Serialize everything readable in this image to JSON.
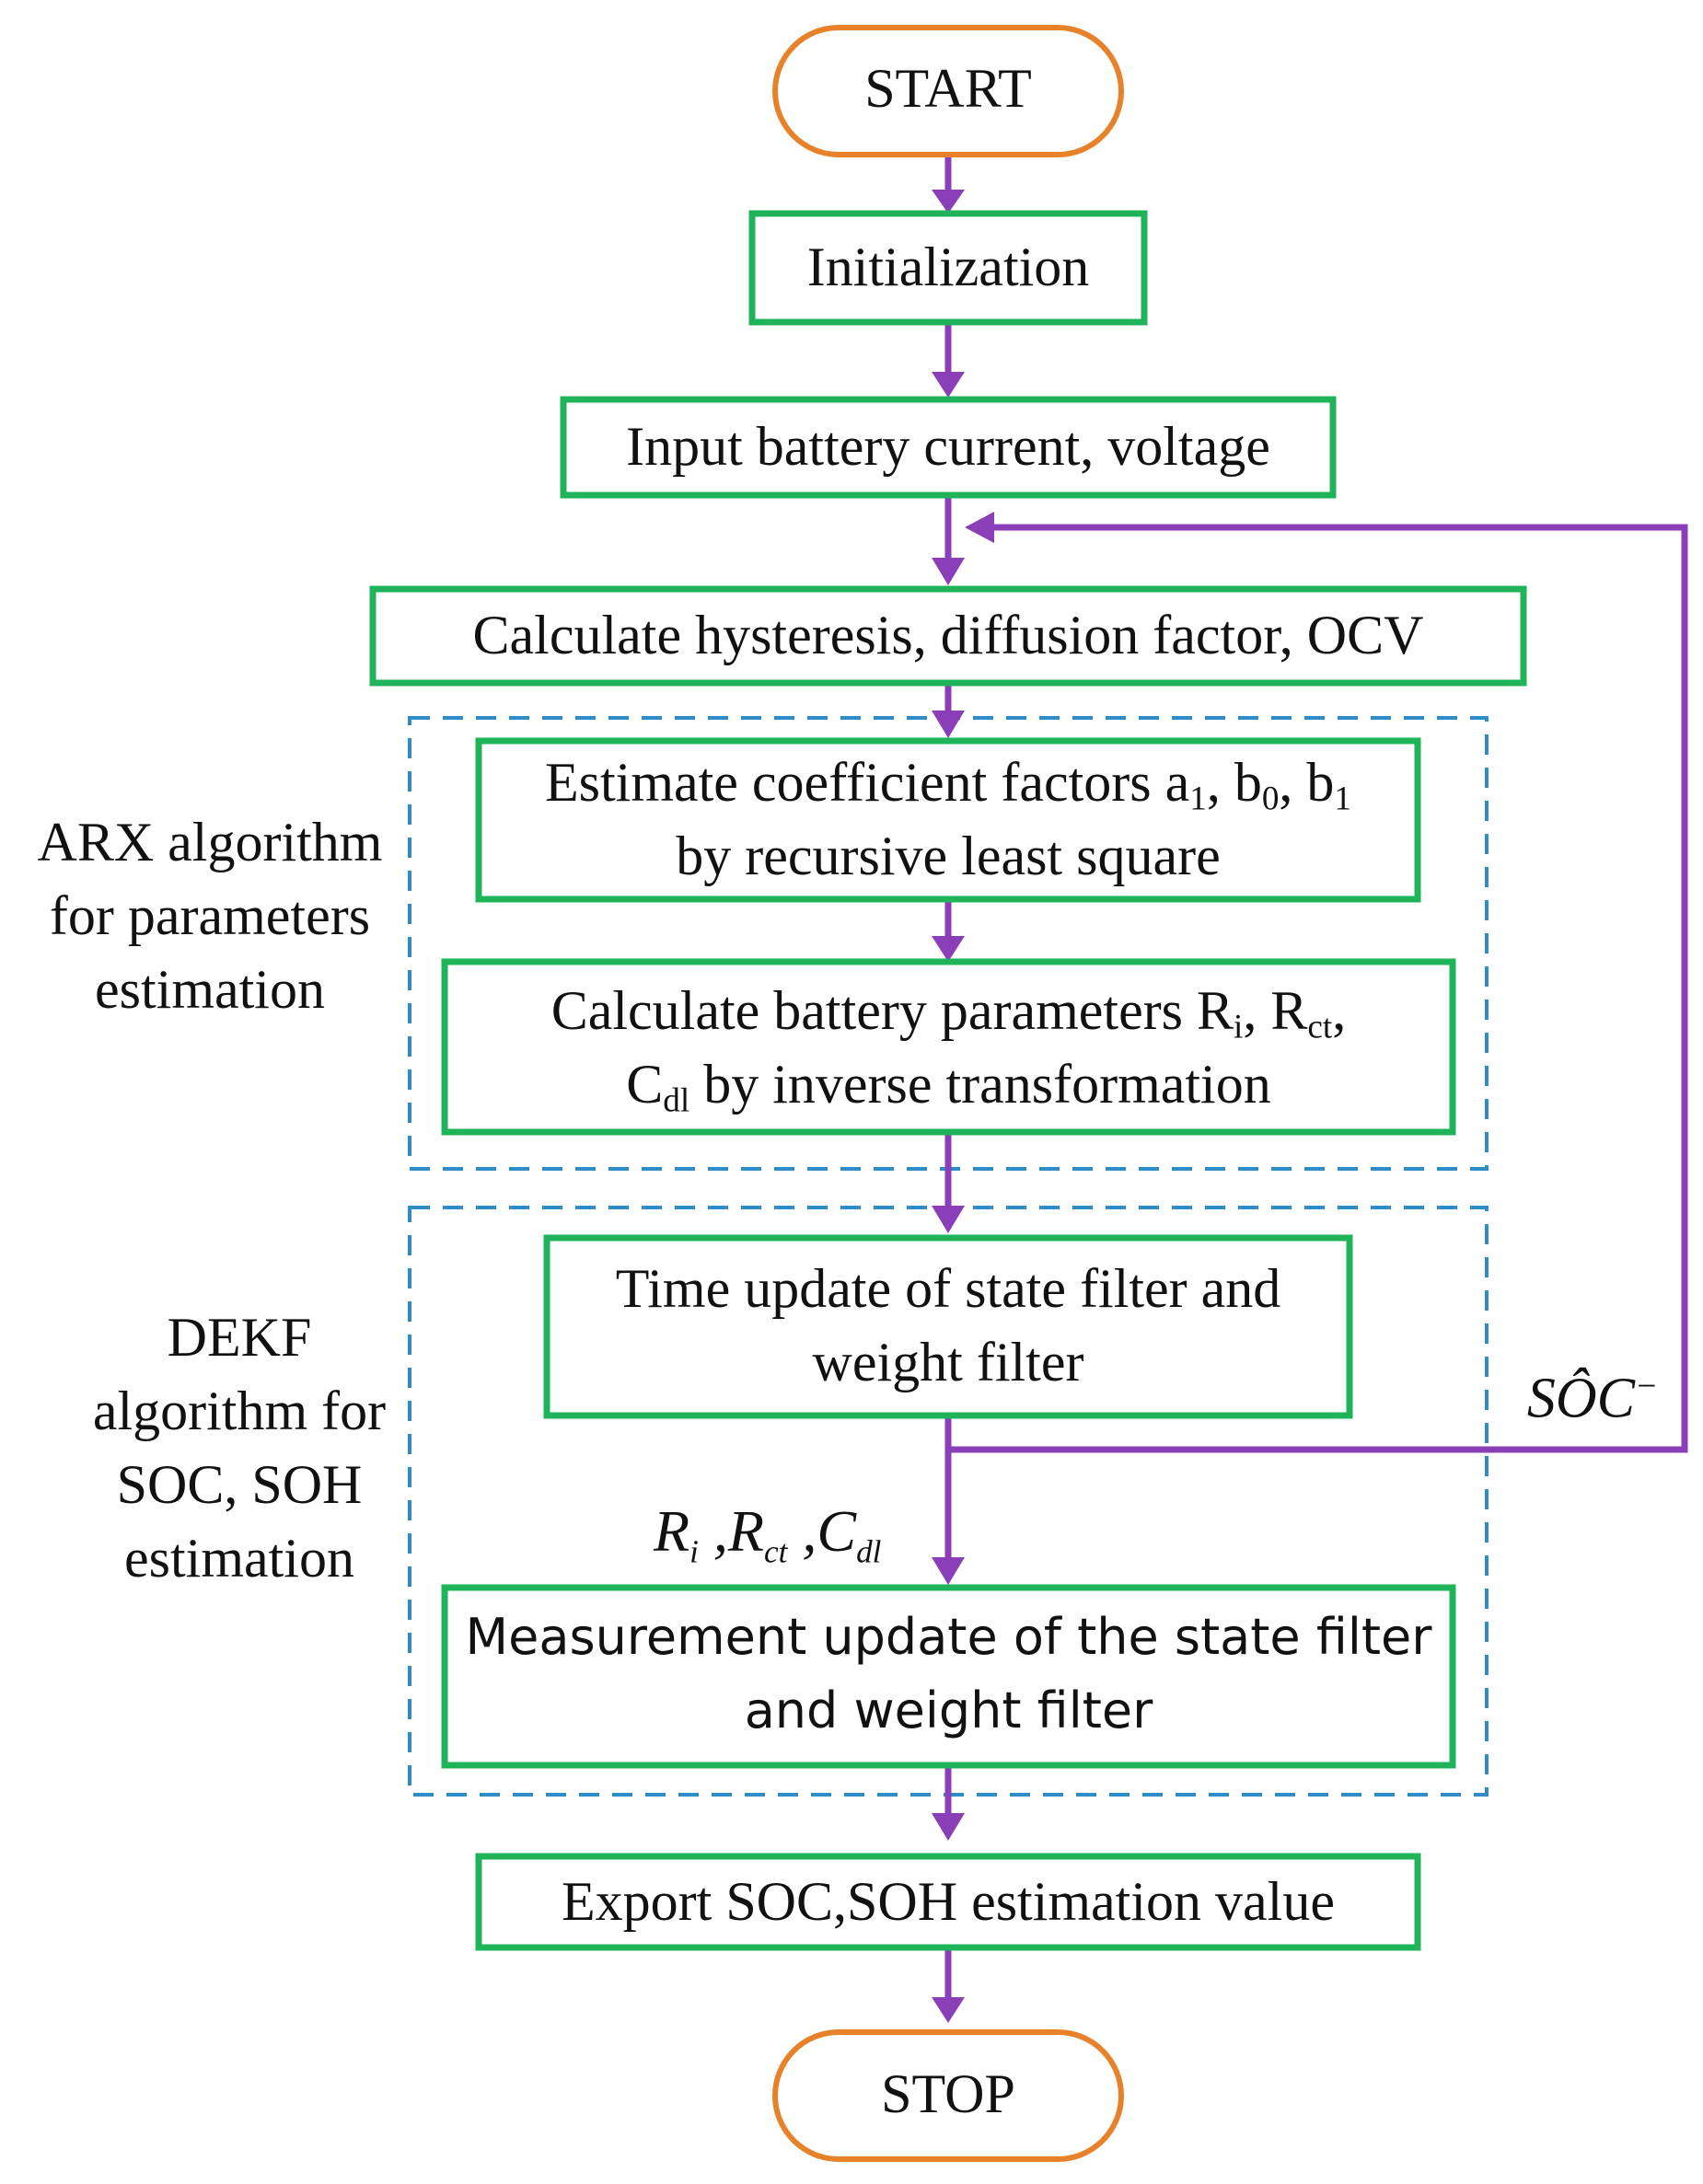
{
  "nodes": {
    "start": "START",
    "init": "Initialization",
    "input": "Input battery current, voltage",
    "calc_hyst": "Calculate hysteresis, diffusion factor, OCV",
    "estimate_line1_a": "Estimate coefficient factors a",
    "estimate_line1_sub1": "1",
    "estimate_line1_b": ", b",
    "estimate_line1_sub2": "0",
    "estimate_line1_c": ", b",
    "estimate_line1_sub3": "1",
    "estimate_line2": "by recursive least square",
    "calc_params_line1_a": "Calculate battery parameters R",
    "calc_params_line1_sub1": "i",
    "calc_params_line1_b": ", R",
    "calc_params_line1_sub2": "ct",
    "calc_params_line1_c": ",",
    "calc_params_line2_a": "C",
    "calc_params_line2_sub": "dl",
    "calc_params_line2_b": " by inverse transformation",
    "time_update_line1": "Time update of state filter and",
    "time_update_line2": "weight filter",
    "meas_update_line1": "Measurement update of the state filter",
    "meas_update_line2": "and weight filter",
    "export": "Export SOC,SOH estimation value",
    "stop": "STOP"
  },
  "groups": {
    "arx": [
      "ARX algorithm",
      "for parameters",
      "estimation"
    ],
    "dekf": [
      "DEKF",
      "algorithm for",
      "SOC, SOH",
      "estimation"
    ]
  },
  "labels": {
    "soc_feedback": "SÔC",
    "soc_feedback_sup": "−",
    "params_R": "R",
    "params_R_sub": "i",
    "params_sep1": " ,",
    "params_Rct": "R",
    "params_Rct_sub": "ct",
    "params_sep2": " ,",
    "params_C": "C",
    "params_C_sub": "dl"
  },
  "colors": {
    "terminal_border": "#E8822A",
    "process_border": "#1FB35A",
    "arrow": "#8A3FB8",
    "group_border": "#2E8CC9"
  }
}
